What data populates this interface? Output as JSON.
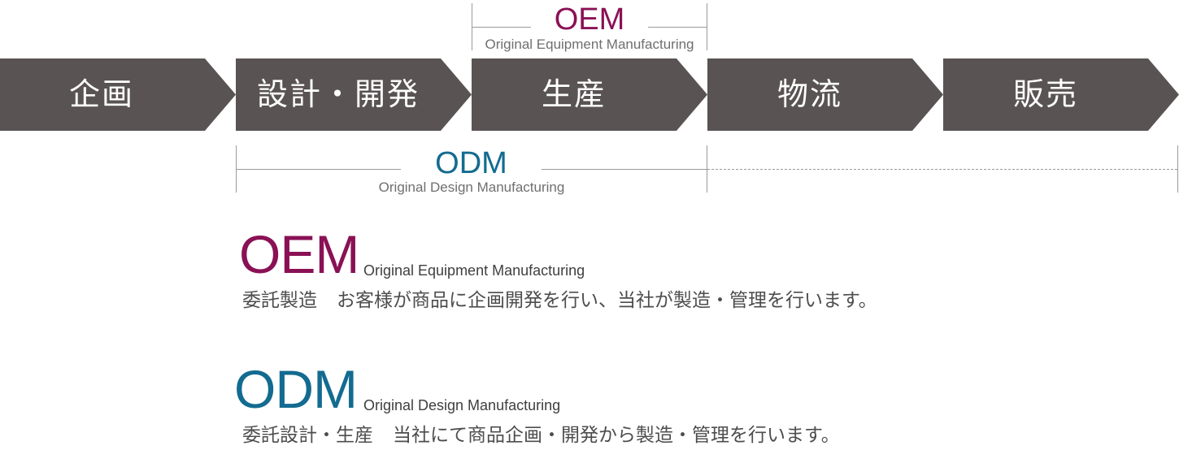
{
  "flow": {
    "steps": [
      "企画",
      "設計・開発",
      "生産",
      "物流",
      "販売"
    ]
  },
  "spans": {
    "oem": {
      "title": "OEM",
      "subtitle": "Original Equipment Manufacturing",
      "color": "#8a1155"
    },
    "odm": {
      "title": "ODM",
      "subtitle": "Original Design Manufacturing",
      "color": "#136b90"
    }
  },
  "definitions": {
    "oem": {
      "term": "OEM",
      "full_name": "Original Equipment Manufacturing",
      "label": "委託製造",
      "description": "お客様が商品に企画開発を行い、当社が製造・管理を行います。"
    },
    "odm": {
      "term": "ODM",
      "full_name": "Original Design Manufacturing",
      "label": "委託設計・生産",
      "description": "当社にて商品企画・開発から製造・管理を行います。"
    }
  },
  "colors": {
    "step_fill": "#595354",
    "step_text": "#ffffff",
    "bracket": "#9a9a9a"
  }
}
